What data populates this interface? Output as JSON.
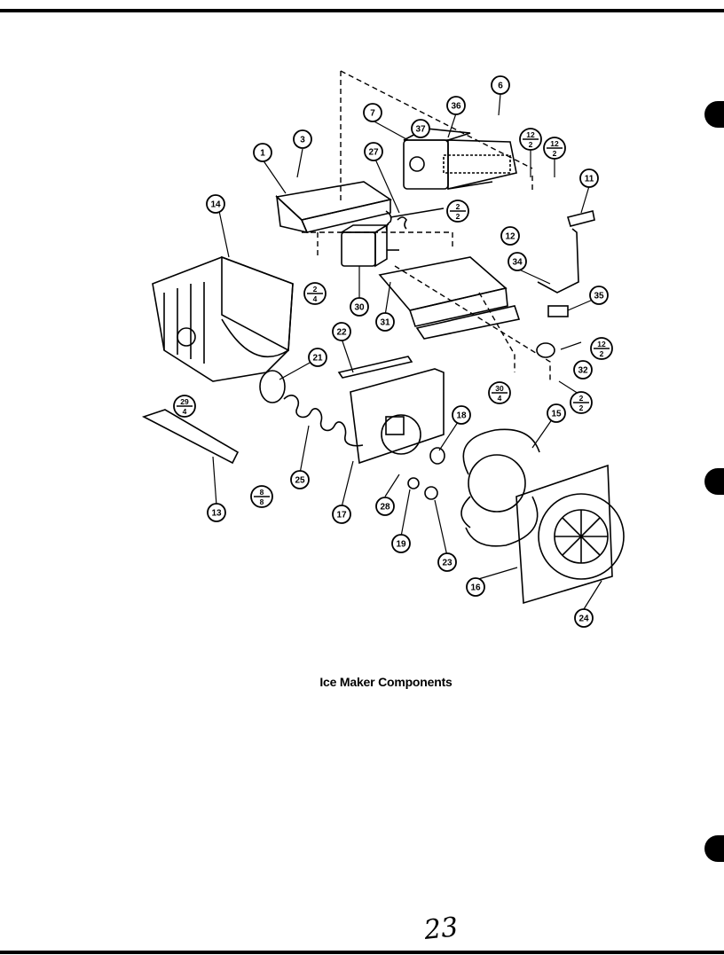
{
  "caption": "Ice Maker Components",
  "page_number": "23",
  "callouts": {
    "c1": "1",
    "c3": "3",
    "c6": "6",
    "c7": "7",
    "c36": "36",
    "c37": "37",
    "c27": "27",
    "c2a_top": "2",
    "c2a_bot": "2",
    "c12a_top": "12",
    "c12a_bot": "2",
    "c12b_top": "12",
    "c12b_bot": "2",
    "c11": "11",
    "c14": "14",
    "c12c": "12",
    "c34": "34",
    "c35": "35",
    "c4_top": "2",
    "c4_bot": "4",
    "c30": "30",
    "c31": "31",
    "c22": "22",
    "c12d_top": "12",
    "c12d_bot": "2",
    "c32": "32",
    "c21": "21",
    "c29_top": "29",
    "c29_bot": "4",
    "c30b_top": "30",
    "c30b_bot": "4",
    "c2b_top": "2",
    "c2b_bot": "2",
    "c18": "18",
    "c15": "15",
    "c13": "13",
    "c8_top": "8",
    "c8_bot": "8",
    "c25": "25",
    "c17": "17",
    "c28": "28",
    "c19": "19",
    "c23": "23",
    "c16": "16",
    "c24": "24"
  }
}
